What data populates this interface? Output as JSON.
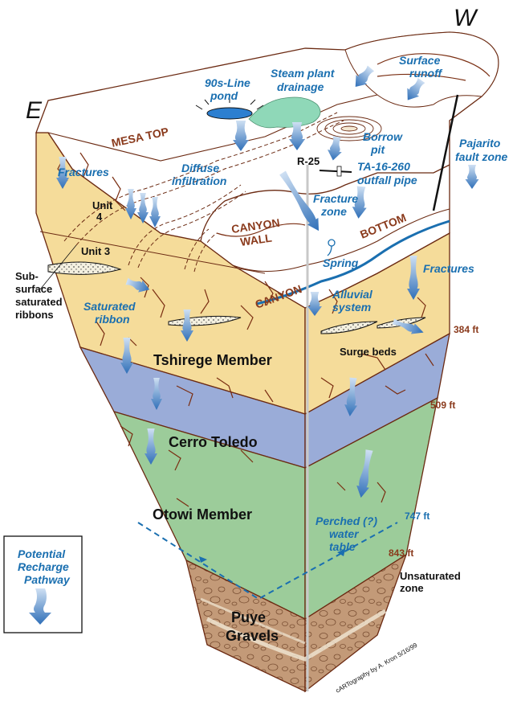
{
  "directions": {
    "west": "W",
    "east": "E"
  },
  "surface_labels": {
    "surface_runoff": [
      "Surface",
      "runoff"
    ],
    "steam_plant_drainage": [
      "Steam plant",
      "drainage"
    ],
    "line_pond": [
      "90s-Line",
      "pond"
    ],
    "mesa_top": "MESA TOP",
    "borrow_pit": [
      "Borrow",
      "pit"
    ],
    "pajarito_fault_zone": [
      "Pajarito",
      "fault zone"
    ],
    "r25": "R-25",
    "outfall_pipe": [
      "TA-16-260",
      "outfall pipe"
    ],
    "fractures_top_left": "Fractures",
    "diffuse_infiltration": [
      "Diffuse",
      "infiltration"
    ],
    "fracture_zone": [
      "Fracture",
      "zone"
    ],
    "canyon_bottom": "BOTTOM",
    "canyon_wall": [
      "CANYON",
      "WALL"
    ],
    "canyon_lower": "CANYON",
    "spring": "Spring",
    "unit_4": [
      "Unit",
      "4"
    ],
    "unit_3": "Unit 3",
    "fractures_right": "Fractures",
    "alluvial_system": [
      "Alluvial",
      "system"
    ],
    "subsurface_saturated_ribbons": [
      "Sub-",
      "surface",
      "saturated",
      "ribbons"
    ],
    "saturated_ribbon": [
      "Saturated",
      "ribbon"
    ],
    "surge_beds": "Surge beds",
    "perched_water_table": [
      "Perched (?)",
      "water",
      "table"
    ],
    "unsaturated_zone": [
      "Unsaturated",
      "zone"
    ]
  },
  "layers": {
    "tshirege": "Tshirege Member",
    "cerro_toledo": "Cerro Toledo",
    "otowi": "Otowi Member",
    "puye": [
      "Puye",
      "Gravels"
    ]
  },
  "depths": {
    "d384": "384 ft",
    "d509": "509 ft",
    "d747": "747 ft",
    "d843": "843 ft"
  },
  "legend": {
    "title": [
      "Potential",
      "Recharge",
      "Pathway"
    ]
  },
  "credit": "cARTography by A. Kron 5/16/99",
  "colors": {
    "tshirege": "#f5dc9a",
    "cerro_toledo": "#9aacd8",
    "otowi": "#9ccc9a",
    "puye": "#c39a78",
    "arrow": "#3f7fc0",
    "outline": "#6b2a12",
    "text_blue": "#1a6fb0",
    "text_brown": "#8a3a1c"
  }
}
